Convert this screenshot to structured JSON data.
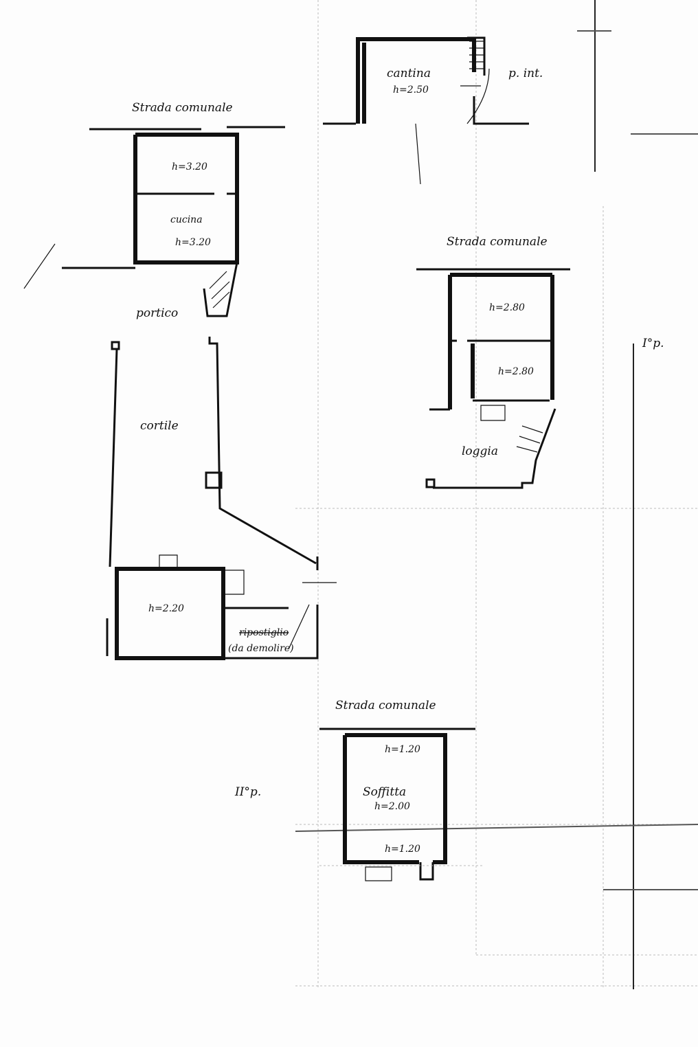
{
  "ground_floor": {
    "street": "Strada comunale",
    "room1_height": "h=3.20",
    "kitchen": "cucina",
    "kitchen_height": "h=3.20",
    "portico": "portico",
    "courtyard": "cortile",
    "annex_height": "h=2.20",
    "storage_struck": "ripostiglio",
    "storage_note": "(da demolire)"
  },
  "basement": {
    "label": "p. int.",
    "room": "cantina",
    "height": "h=2.50"
  },
  "first_floor": {
    "label": "I°p.",
    "street": "Strada comunale",
    "room1_height": "h=2.80",
    "room2_height": "h=2.80",
    "loggia": "loggia"
  },
  "second_floor": {
    "label": "II°p.",
    "street": "Strada comunale",
    "attic": "Soffitta",
    "height_top": "h=1.20",
    "height_mid": "h=2.00",
    "height_bottom": "h=1.20"
  }
}
